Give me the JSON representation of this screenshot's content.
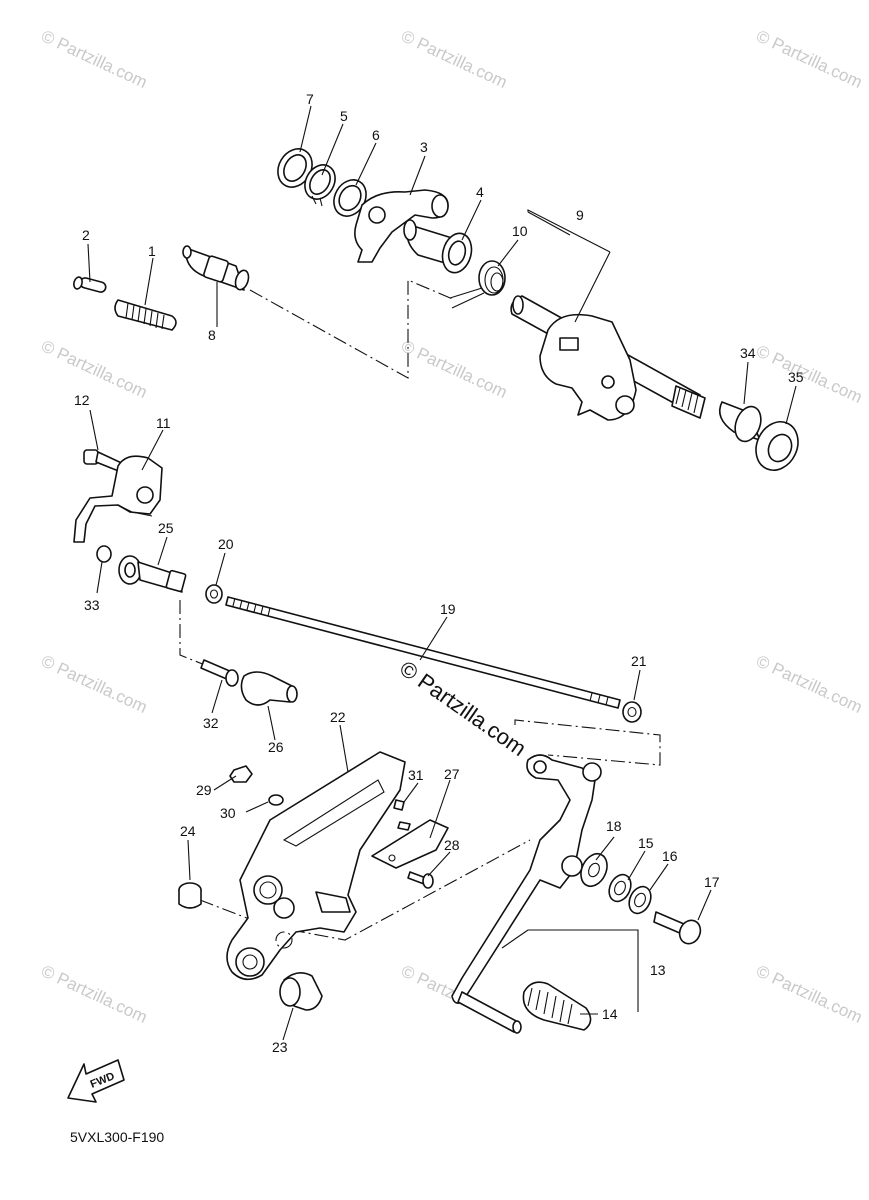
{
  "diagram_code": "5VXL300-F190",
  "fwd_label": "FWD",
  "watermark_text": "© Partzilla.com",
  "center_watermark_text": "© Partzilla.com",
  "callouts": [
    "1",
    "2",
    "3",
    "4",
    "5",
    "6",
    "7",
    "8",
    "9",
    "10",
    "11",
    "12",
    "13",
    "14",
    "15",
    "16",
    "17",
    "18",
    "19",
    "20",
    "21",
    "22",
    "23",
    "24",
    "25",
    "26",
    "27",
    "28",
    "29",
    "30",
    "31",
    "32",
    "33",
    "34",
    "35"
  ]
}
